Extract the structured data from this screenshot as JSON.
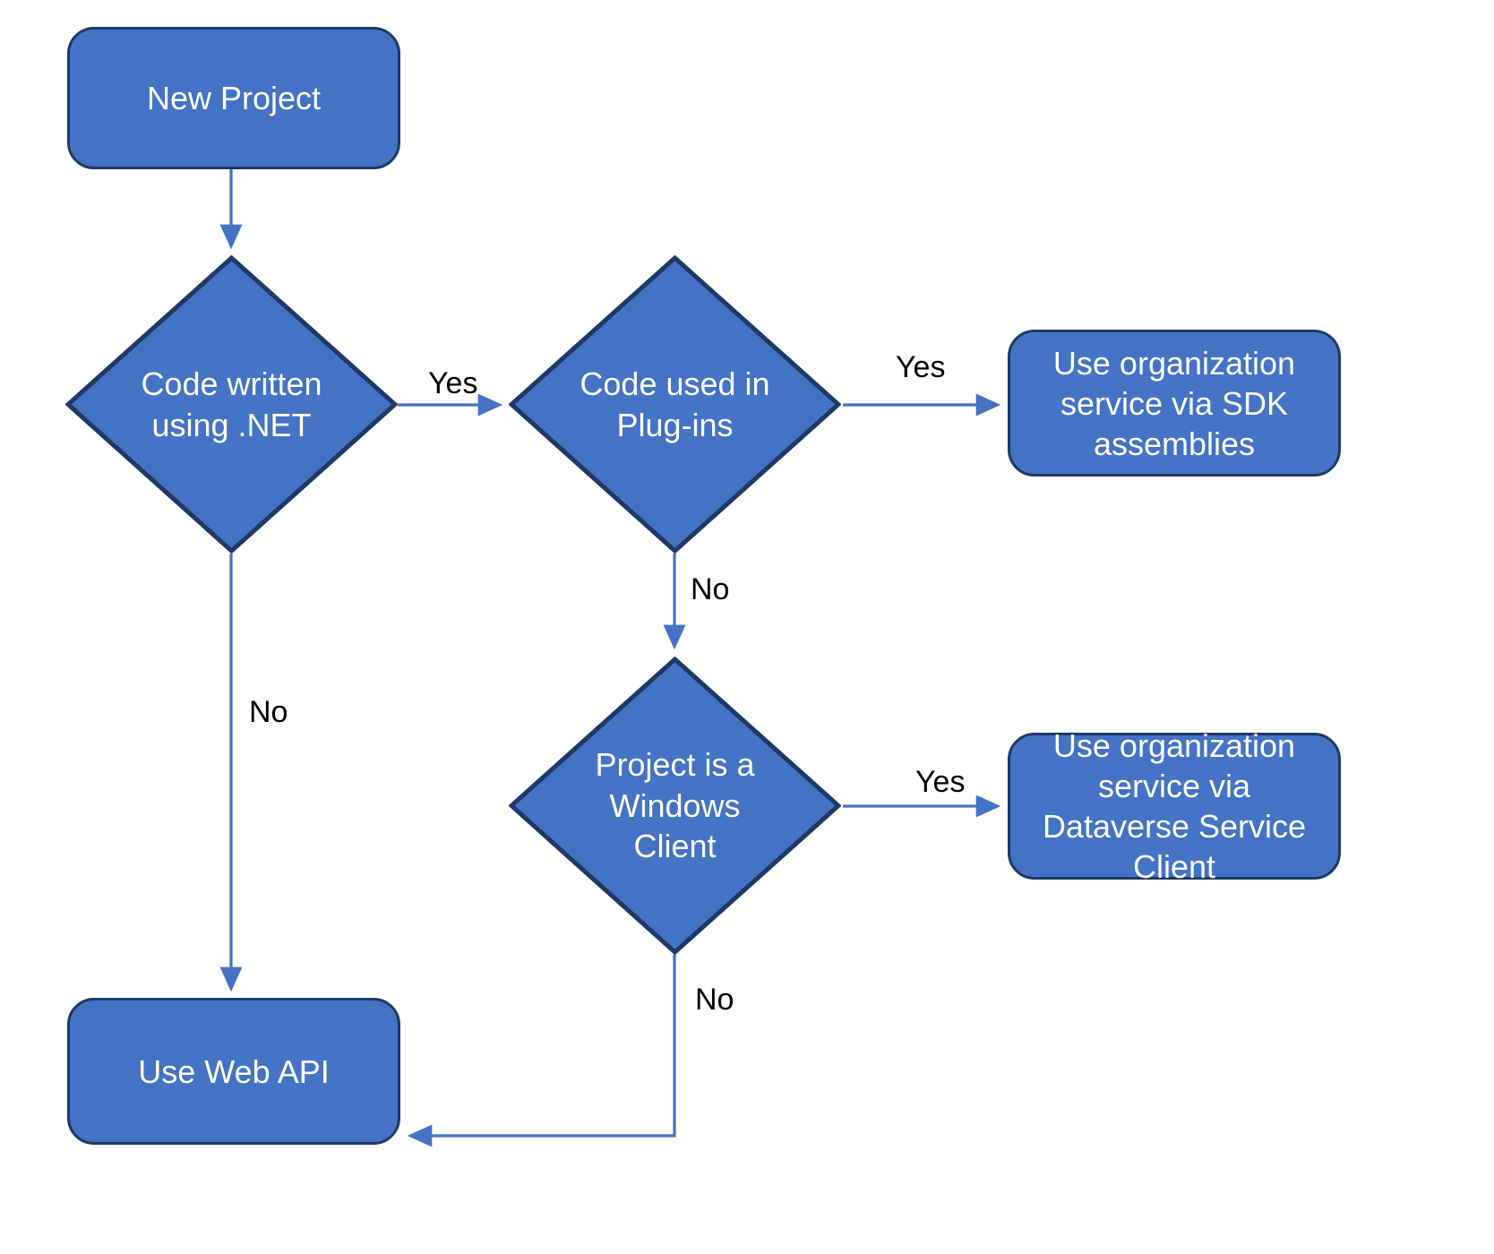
{
  "diagram": {
    "title": "Dataverse API choice flowchart",
    "colors": {
      "node_fill": "#4472C4",
      "node_border": "#1F3864",
      "connector": "#4472C4",
      "label_text": "#000000",
      "node_text": "#FFFFFF",
      "background": "#FFFFFF"
    },
    "nodes": {
      "new_project": {
        "label": "New Project",
        "shape": "rounded-rectangle"
      },
      "code_dotnet": {
        "label": "Code written using .NET",
        "shape": "diamond"
      },
      "code_plugins": {
        "label": "Code used in Plug-ins",
        "shape": "diamond"
      },
      "sdk_assemblies": {
        "label": "Use organization service via SDK assemblies",
        "shape": "rounded-rectangle"
      },
      "windows_client": {
        "label": "Project is a Windows Client",
        "shape": "diamond"
      },
      "dataverse_service_client": {
        "label": "Use organization service via Dataverse Service Client",
        "shape": "rounded-rectangle"
      },
      "web_api": {
        "label": "Use Web API",
        "shape": "rounded-rectangle"
      }
    },
    "edge_labels": {
      "dotnet_yes": "Yes",
      "dotnet_no": "No",
      "plugins_yes": "Yes",
      "plugins_no": "No",
      "windows_yes": "Yes",
      "windows_no": "No"
    }
  }
}
